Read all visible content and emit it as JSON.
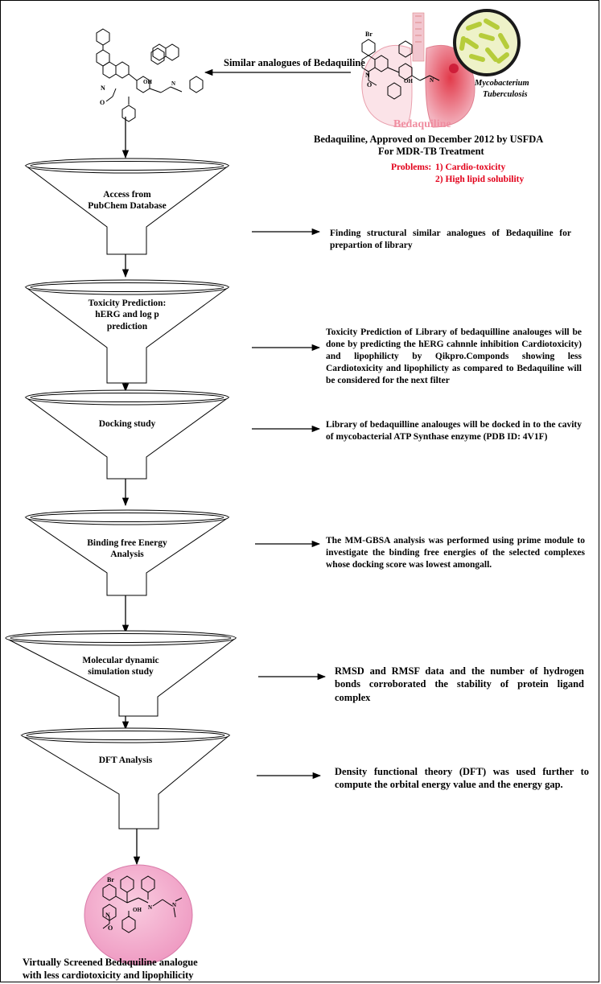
{
  "colors": {
    "problems_red": "#e2001a",
    "lung_pink": "#f2b8c6",
    "bedaquiline_label_pink": "#f08da0",
    "final_circle": "#f4a6c9",
    "bacteria_green": "#b6cc3a"
  },
  "top": {
    "analogue_arrow_label": "Similar analogues of Bedaquiline",
    "bedaquiline_name": "Bedaquiline",
    "mycobacterium_line1": "Mycobacterium",
    "mycobacterium_line2": "Tuberculosis",
    "approval_line1": "Bedaquiline, Approved on December 2012 by USFDA",
    "approval_line2": "For MDR-TB Treatment",
    "problems_prefix": "Problems:",
    "problem1": "1) Cardio-toxicity",
    "problem2": "2) High lipid solubility"
  },
  "funnels": [
    {
      "line1": "Access from",
      "line2": "PubChem Database",
      "desc": "Finding structural similar analogues of Bedaquiline for prepartion of library"
    },
    {
      "line1": "Toxicity Prediction:",
      "line2": "hERG and log p",
      "line3": "prediction",
      "desc": "Toxicity Prediction of Library of bedaquilline analouges will be done by predicting the hERG cahnnle inhibition Cardiotoxicity) and lipophilicty by Qikpro.Componds showing less Cardiotoxicity and lipophilicty as compared to Bedaquiline will be considered for the next filter"
    },
    {
      "line1": "Docking study",
      "desc": "Library of bedaquilline analouges will be docked in to the cavity of mycobacterial ATP Synthase enzyme (PDB ID: 4V1F)"
    },
    {
      "line1": "Binding free Energy",
      "line2": "Analysis",
      "desc": "The MM-GBSA analysis was performed using prime module to investigate the binding free energies of the selected complexes whose docking score was lowest amongall."
    },
    {
      "line1": "Molecular dynamic",
      "line2": "simulation study",
      "desc": "RMSD and RMSF data and the number of hydrogen bonds corroborated the stability of protein ligand complex"
    },
    {
      "line1": "DFT Analysis",
      "desc": "Density functional theory (DFT) was used further to compute the orbital energy value and the energy gap."
    }
  ],
  "final": {
    "line1": "Virtually Screened Bedaquiline analogue",
    "line2": "with less cardiotoxicity and lipophilicity"
  },
  "molecule_atoms": {
    "br": "Br",
    "n": "N",
    "o": "O",
    "oh": "OH"
  }
}
